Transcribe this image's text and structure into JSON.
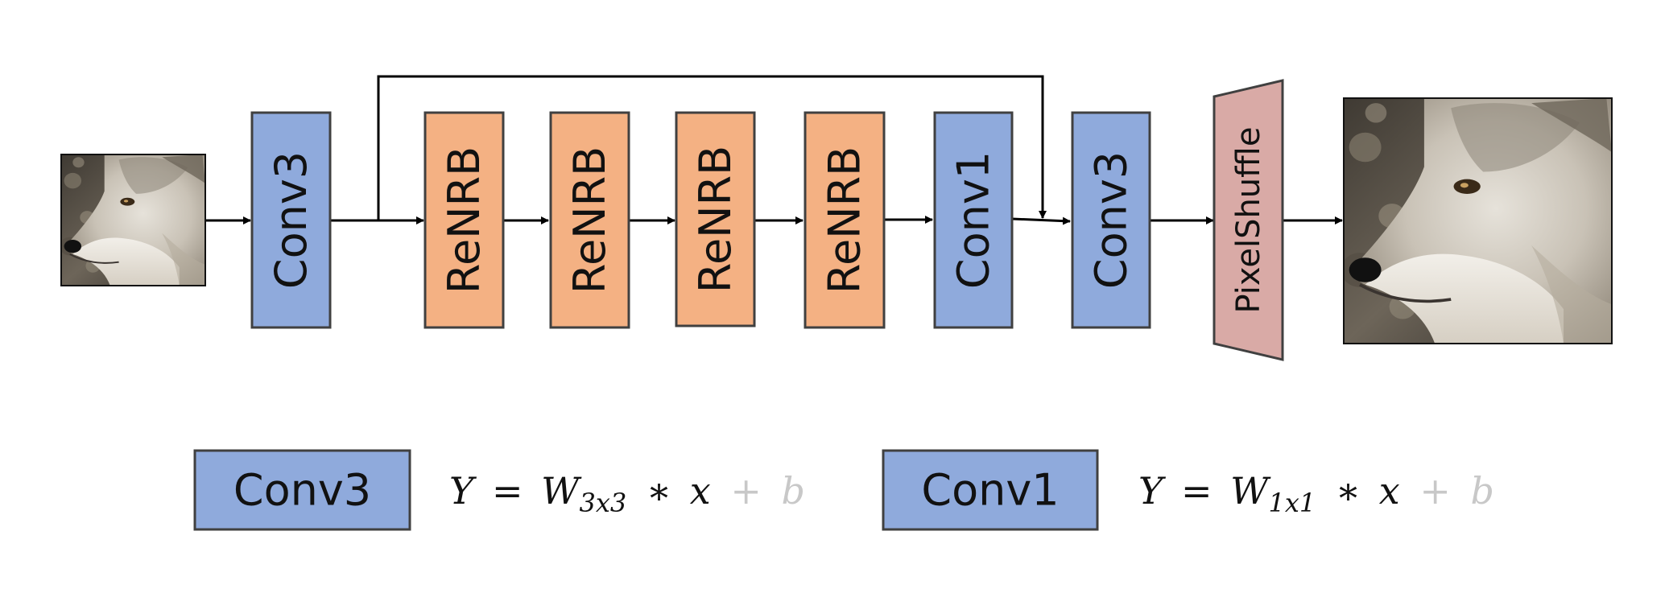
{
  "pipeline": {
    "conv3_in_label": "Conv3",
    "renrb_labels": [
      "ReNRB",
      "ReNRB",
      "ReNRB",
      "ReNRB"
    ],
    "conv1_label": "Conv1",
    "conv3_out_label": "Conv3",
    "pixelshuffle_label": "PixelShuffle"
  },
  "legend": {
    "conv3": {
      "label": "Conv3",
      "formula_lhs": "Y",
      "formula_eq": "=",
      "formula_w": "W",
      "formula_sub": "3x3",
      "formula_mul": "∗",
      "formula_x": "x",
      "formula_plus": "+",
      "formula_b": "b"
    },
    "conv1": {
      "label": "Conv1",
      "formula_lhs": "Y",
      "formula_eq": "=",
      "formula_w": "W",
      "formula_sub": "1x1",
      "formula_mul": "∗",
      "formula_x": "x",
      "formula_plus": "+",
      "formula_b": "b"
    }
  },
  "colors": {
    "conv_fill": "#8faadc",
    "renrb_fill": "#f4b183",
    "pixelshuffle_fill": "#d9aaa6",
    "border": "#404040",
    "arrow": "#000000",
    "bias_muted": "#c8c8c8"
  },
  "images": {
    "input": "wolf-input-image",
    "output": "wolf-output-image"
  }
}
